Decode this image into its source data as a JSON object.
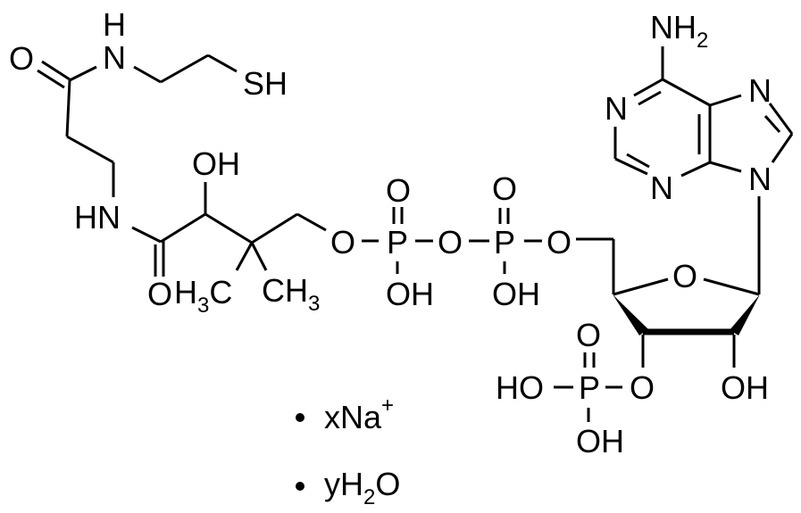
{
  "diagram": {
    "colors": {
      "ink": "#000000",
      "background": "#ffffff"
    },
    "cysteamine": {
      "O": "O",
      "H": "H",
      "N": "N",
      "SH": "SH"
    },
    "pantothenate": {
      "OH": "OH",
      "HN": "HN",
      "O": "O",
      "H3C_H": "H",
      "H3C_3": "3",
      "H3C_C": "C",
      "CH3_CH": "CH",
      "CH3_3": "3"
    },
    "diphosphate": {
      "O1": "O",
      "P1": "P",
      "P1_O": "O",
      "P1_OH": "OH",
      "O2": "O",
      "P2": "P",
      "P2_O": "O",
      "P2_OH": "OH",
      "O3": "O"
    },
    "ribose": {
      "ring_O": "O",
      "O3": "O",
      "OH2": "OH",
      "P": "P",
      "P_O": "O",
      "HO": "HO",
      "P_OH": "OH"
    },
    "adenine": {
      "N1": "N",
      "N3": "N",
      "N7": "N",
      "N9": "N",
      "NH": "NH",
      "NH_2": "2"
    },
    "counterions": {
      "bullet": "•",
      "na_prefix": "xNa",
      "na_charge": "+",
      "water_prefix": "yH",
      "water_sub": "2",
      "water_suffix": "O"
    }
  }
}
